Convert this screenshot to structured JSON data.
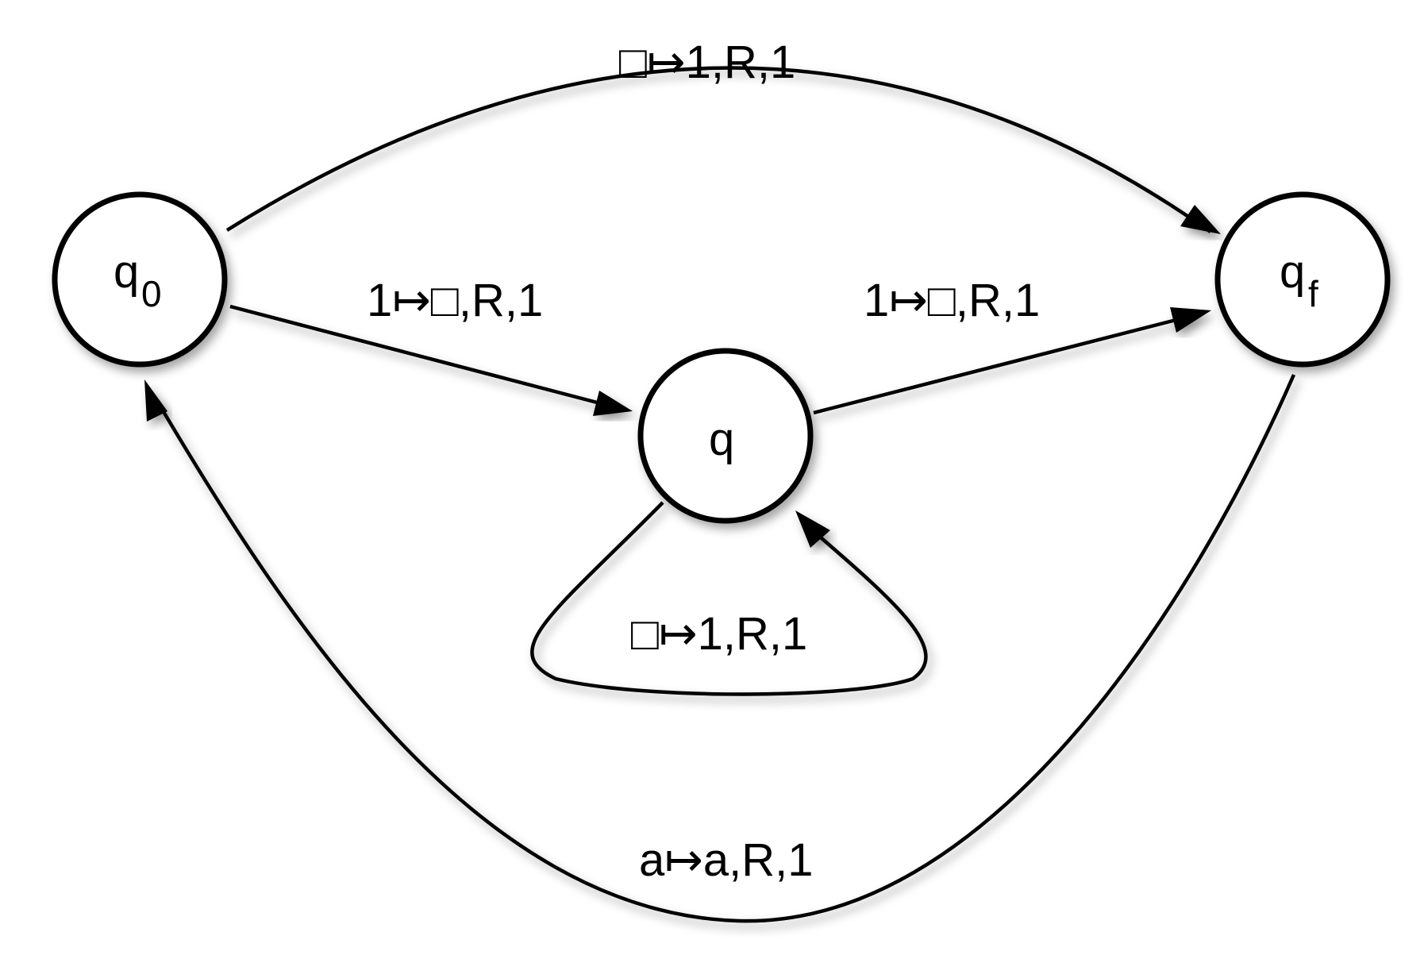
{
  "diagram": {
    "type": "state-transition-diagram",
    "colors": {
      "stroke": "#000000",
      "fill": "#ffffff",
      "text": "#000000"
    },
    "states": {
      "q0": {
        "name": "q",
        "subscript": "0"
      },
      "q": {
        "name": "q",
        "subscript": ""
      },
      "qf": {
        "name": "q",
        "subscript": "f"
      }
    },
    "transitions": {
      "q0_to_qf": {
        "from": "q0",
        "to": "qf",
        "label": "□↦1,R,1"
      },
      "q0_to_q": {
        "from": "q0",
        "to": "q",
        "label": "1↦□,R,1"
      },
      "q_to_qf": {
        "from": "q",
        "to": "qf",
        "label": "1↦□,R,1"
      },
      "q_to_q": {
        "from": "q",
        "to": "q",
        "label": "□↦1,R,1"
      },
      "qf_to_q0": {
        "from": "qf",
        "to": "q0",
        "label": "a↦a,R,1"
      }
    }
  }
}
